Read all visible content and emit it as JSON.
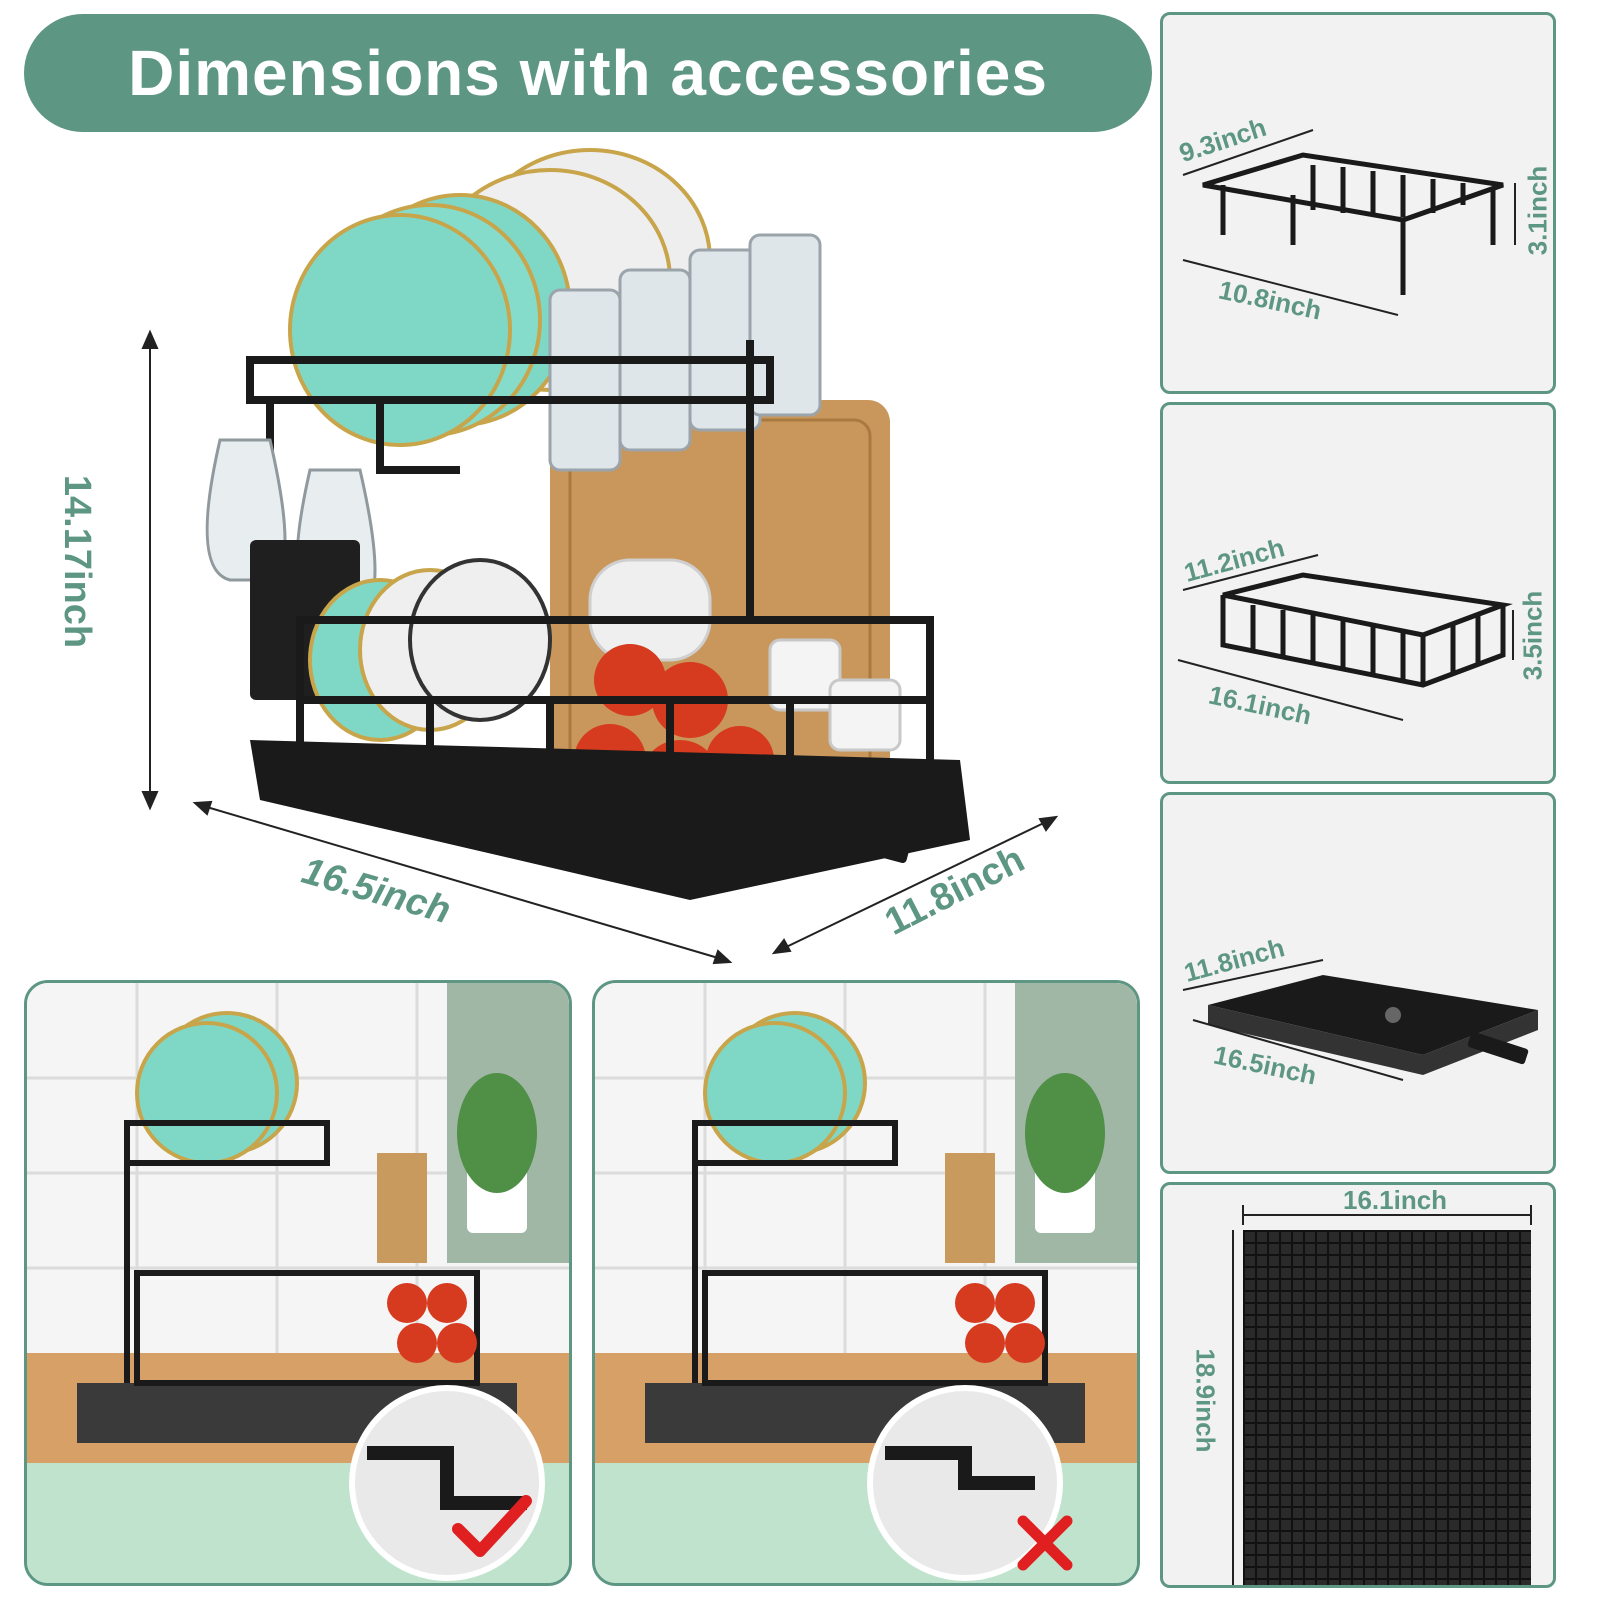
{
  "title": "Dimensions with accessories",
  "main": {
    "height": "14.17inch",
    "width": "16.5inch",
    "depth": "11.8inch"
  },
  "accessories": {
    "top_rack": {
      "width": "9.3inch",
      "length": "10.8inch",
      "height": "3.1inch"
    },
    "basket": {
      "width": "11.2inch",
      "length": "16.1inch",
      "height": "3.5inch"
    },
    "tray": {
      "width": "11.8inch",
      "length": "16.5inch"
    },
    "mat": {
      "width": "16.1inch",
      "length": "18.9inch"
    }
  },
  "scenes": {
    "correct": {
      "mark_icon": "check-mark-icon",
      "mark_color": "#e02020"
    },
    "wrong": {
      "mark_icon": "x-mark-icon",
      "mark_color": "#e02020"
    }
  },
  "colors": {
    "accent": "#5e9684",
    "rack": "#1a1a1a",
    "plate": "#7fd8c6"
  }
}
